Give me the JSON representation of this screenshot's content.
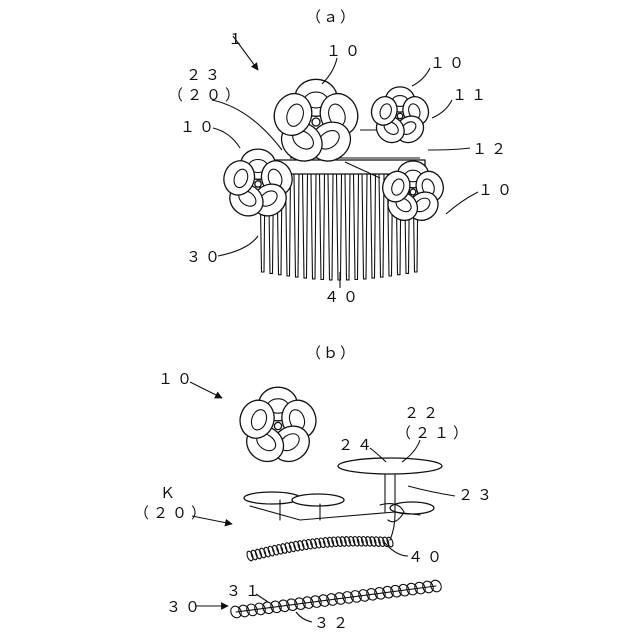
{
  "figure_a": {
    "caption": "（ａ）",
    "labels": {
      "l1": "１",
      "l10a": "１０",
      "l10b": "１０",
      "l10c": "１０",
      "l10d": "１０",
      "l11": "１１",
      "l12": "１２",
      "l23": "２３",
      "l20": "（２０）",
      "l30": "３０",
      "l40": "４０"
    }
  },
  "figure_b": {
    "caption": "（ｂ）",
    "labels": {
      "l10": "１０",
      "l22": "２２",
      "l21": "（２１）",
      "l24": "２４",
      "l23": "２３",
      "lK": "Ｋ",
      "l20": "（２０）",
      "l40": "４０",
      "l30": "３０",
      "l31": "３１",
      "l32": "３２"
    }
  }
}
